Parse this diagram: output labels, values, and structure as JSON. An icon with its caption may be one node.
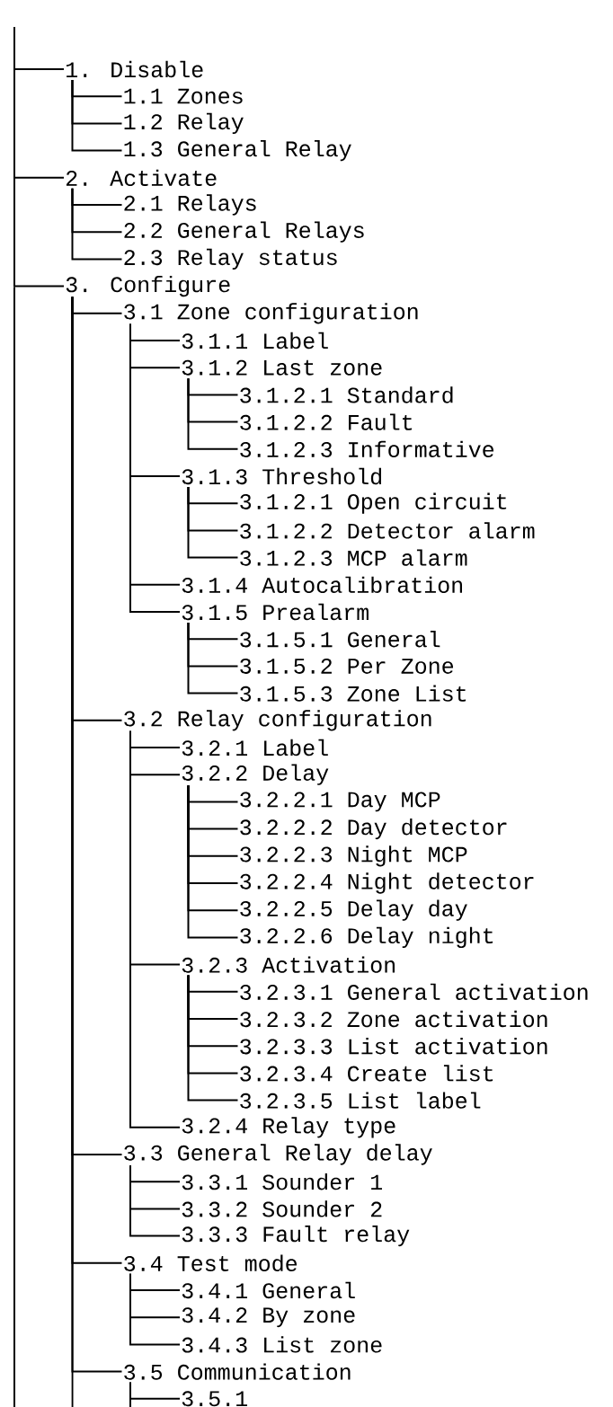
{
  "diagram": {
    "nodes": [
      {
        "text": [
          "1. Disable"
        ]
      },
      {
        "text": [
          "1.1 Zones"
        ]
      },
      {
        "text": [
          "1.2 Relay"
        ]
      },
      {
        "text": [
          "1.3 General Relay"
        ]
      },
      {
        "text": [
          "2. Activate"
        ]
      },
      {
        "text": [
          "2.1 Relays"
        ]
      },
      {
        "text": [
          "2.2 General Relays"
        ]
      },
      {
        "text": [
          "2.3 Relay status"
        ]
      },
      {
        "text": [
          "3. Configure"
        ]
      },
      {
        "text": [
          "3.1 Zone configuration"
        ]
      },
      {
        "text": [
          "3.1.1 Label"
        ]
      },
      {
        "text": [
          "3.1.2 Last zone"
        ]
      },
      {
        "text": [
          "3.1.2.1 Standard"
        ]
      },
      {
        "text": [
          "3.1.2.2 Fault"
        ]
      },
      {
        "text": [
          "3.1.2.3 Informative"
        ]
      },
      {
        "text": [
          "3.1.3 Threshold"
        ]
      },
      {
        "text": [
          "3.1.2.1 Open circuit"
        ]
      },
      {
        "text": [
          "3.1.2.2 Detector alarm"
        ]
      },
      {
        "text": [
          "3.1.2.3 MCP alarm"
        ]
      },
      {
        "text": [
          "3.1.4 Autocalibration"
        ]
      },
      {
        "text": [
          "3.1.5 Prealarm"
        ]
      },
      {
        "text": [
          "3.1.5.1 General"
        ]
      },
      {
        "text": [
          "3.1.5.2 Per Zone"
        ]
      },
      {
        "text": [
          "3.1.5.3 Zone List"
        ]
      },
      {
        "text": [
          "3.2 Relay configuration"
        ]
      },
      {
        "text": [
          "3.2.1 Label"
        ]
      },
      {
        "text": [
          "3.2.2 Delay"
        ]
      },
      {
        "text": [
          "3.2.2.1 Day MCP"
        ]
      },
      {
        "text": [
          "3.2.2.2 Day detector"
        ]
      },
      {
        "text": [
          "3.2.2.3 Night MCP"
        ]
      },
      {
        "text": [
          "3.2.2.4 Night detector"
        ]
      },
      {
        "text": [
          "3.2.2.5 Delay day"
        ]
      },
      {
        "text": [
          "3.2.2.6 Delay night"
        ]
      },
      {
        "text": [
          "3.2.3 Activation"
        ]
      },
      {
        "text": [
          "3.2.3.1 General activation"
        ]
      },
      {
        "text": [
          "3.2.3.2 Zone activation"
        ]
      },
      {
        "text": [
          "3.2.3.3 List activation"
        ]
      },
      {
        "text": [
          "3.2.3.4 Create list"
        ]
      },
      {
        "text": [
          "3.2.3.5 List label"
        ]
      },
      {
        "text": [
          "3.2.4 Relay type"
        ]
      },
      {
        "text": [
          "3.3 General Relay delay"
        ]
      },
      {
        "text": [
          "3.3.1 Sounder 1"
        ]
      },
      {
        "text": [
          "3.3.2 Sounder 2"
        ]
      },
      {
        "text": [
          "3.3.3 Fault relay"
        ]
      },
      {
        "text": [
          "3.4 Test mode"
        ]
      },
      {
        "text": [
          "3.4.1 General"
        ]
      },
      {
        "text": [
          "3.4.2 By zone"
        ]
      },
      {
        "text": [
          "3.4.3 List zone"
        ]
      },
      {
        "text": [
          "3.5 Communication"
        ]
      },
      {
        "text": [
          "3.5.1"
        ]
      }
    ],
    "edges": [
      {
        "from": null,
        "to": 0,
        "arrow": "none"
      },
      {
        "from": 0,
        "to": 1,
        "arrow": "none"
      },
      {
        "from": 0,
        "to": 2,
        "arrow": "none"
      },
      {
        "from": 0,
        "to": 3,
        "arrow": "none"
      },
      {
        "from": null,
        "to": 4,
        "arrow": "none"
      },
      {
        "from": 4,
        "to": 5,
        "arrow": "none"
      },
      {
        "from": 4,
        "to": 6,
        "arrow": "none"
      },
      {
        "from": 4,
        "to": 7,
        "arrow": "none"
      },
      {
        "from": null,
        "to": 8,
        "arrow": "none"
      },
      {
        "from": 8,
        "to": 9,
        "arrow": "none"
      },
      {
        "from": 9,
        "to": 10,
        "arrow": "none"
      },
      {
        "from": 9,
        "to": 11,
        "arrow": "none"
      },
      {
        "from": 11,
        "to": 12,
        "arrow": "none"
      },
      {
        "from": 11,
        "to": 13,
        "arrow": "none"
      },
      {
        "from": 11,
        "to": 14,
        "arrow": "none"
      },
      {
        "from": 9,
        "to": 15,
        "arrow": "none"
      },
      {
        "from": 15,
        "to": 16,
        "arrow": "none"
      },
      {
        "from": 15,
        "to": 17,
        "arrow": "none"
      },
      {
        "from": 15,
        "to": 18,
        "arrow": "none"
      },
      {
        "from": 9,
        "to": 19,
        "arrow": "none"
      },
      {
        "from": 9,
        "to": 20,
        "arrow": "none"
      },
      {
        "from": 20,
        "to": 21,
        "arrow": "none"
      },
      {
        "from": 20,
        "to": 22,
        "arrow": "none"
      },
      {
        "from": 20,
        "to": 23,
        "arrow": "none"
      },
      {
        "from": 8,
        "to": 24,
        "arrow": "none"
      },
      {
        "from": 24,
        "to": 25,
        "arrow": "none"
      },
      {
        "from": 24,
        "to": 26,
        "arrow": "none"
      },
      {
        "from": 26,
        "to": 27,
        "arrow": "none"
      },
      {
        "from": 26,
        "to": 28,
        "arrow": "none"
      },
      {
        "from": 26,
        "to": 29,
        "arrow": "none"
      },
      {
        "from": 26,
        "to": 30,
        "arrow": "none"
      },
      {
        "from": 26,
        "to": 31,
        "arrow": "none"
      },
      {
        "from": 26,
        "to": 32,
        "arrow": "none"
      },
      {
        "from": 24,
        "to": 33,
        "arrow": "none"
      },
      {
        "from": 33,
        "to": 34,
        "arrow": "none"
      },
      {
        "from": 33,
        "to": 35,
        "arrow": "none"
      },
      {
        "from": 33,
        "to": 36,
        "arrow": "none"
      },
      {
        "from": 33,
        "to": 37,
        "arrow": "none"
      },
      {
        "from": 33,
        "to": 38,
        "arrow": "none"
      },
      {
        "from": 24,
        "to": 39,
        "arrow": "none"
      },
      {
        "from": 8,
        "to": 40,
        "arrow": "none"
      },
      {
        "from": 40,
        "to": 41,
        "arrow": "none"
      },
      {
        "from": 40,
        "to": 42,
        "arrow": "none"
      },
      {
        "from": 40,
        "to": 43,
        "arrow": "none"
      },
      {
        "from": 8,
        "to": 44,
        "arrow": "none"
      },
      {
        "from": 44,
        "to": 45,
        "arrow": "none"
      },
      {
        "from": 44,
        "to": 46,
        "arrow": "none"
      },
      {
        "from": 44,
        "to": 47,
        "arrow": "none"
      },
      {
        "from": 8,
        "to": 48,
        "arrow": "none"
      },
      {
        "from": 48,
        "to": 49,
        "arrow": "none"
      },
      {
        "from": 8,
        "to": null,
        "arrow": "none"
      },
      {
        "from": 48,
        "to": null,
        "arrow": "none"
      }
    ]
  }
}
